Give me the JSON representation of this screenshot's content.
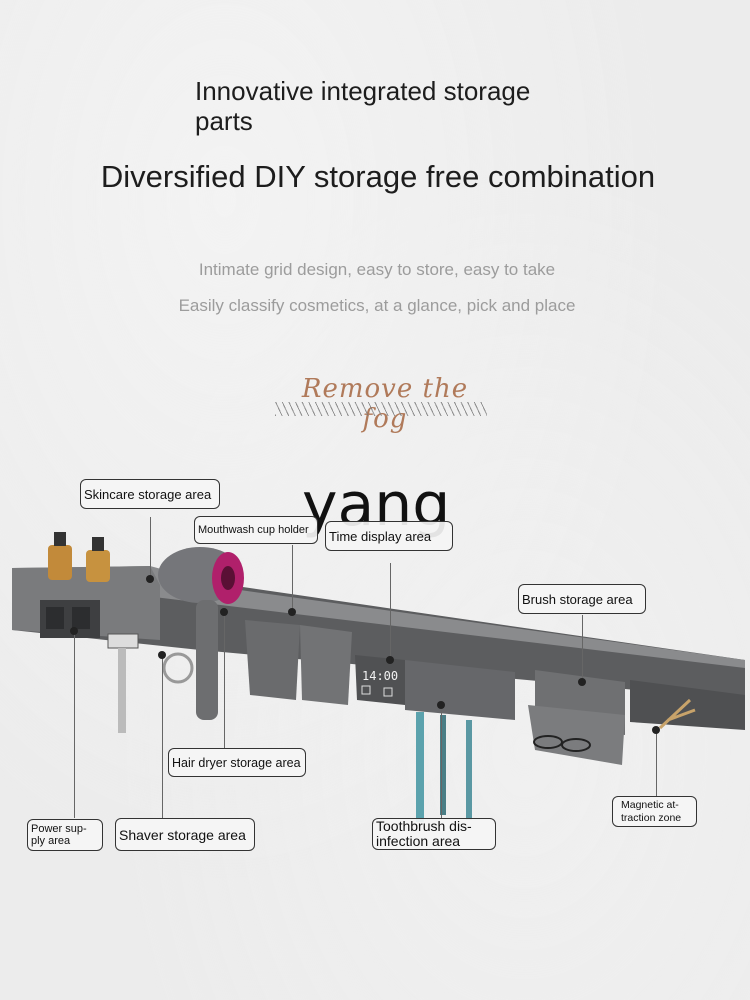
{
  "headline": {
    "line1": "Innovative integrated storage",
    "line2": "parts",
    "main": "Diversified DIY storage free combination"
  },
  "subtitle": {
    "line1": "Intimate grid design, easy to store, easy to take",
    "line2": "Easily classify cosmetics, at a glance, pick and place"
  },
  "script_title": "Remove the fog",
  "watermark": "yang",
  "display": {
    "time": "14:00"
  },
  "labels": {
    "skincare": "Skincare storage area",
    "mouthwash": "Mouthwash cup holder",
    "time": "Time display area",
    "brush": "Brush storage area",
    "hair_dryer": "Hair dryer storage area",
    "power_line1": "Power sup-",
    "power_line2": "ply area",
    "shaver": "Shaver storage area",
    "toothbrush_line1": "Toothbrush dis-",
    "toothbrush_line2": "infection area",
    "magnetic_line1": "Magnetic at-",
    "magnetic_line2": "traction zone"
  },
  "colors": {
    "rack": "#6d6e70",
    "rack_dark": "#4e4f51",
    "accent_dryer": "#b0206b",
    "script": "#b07a5a"
  }
}
